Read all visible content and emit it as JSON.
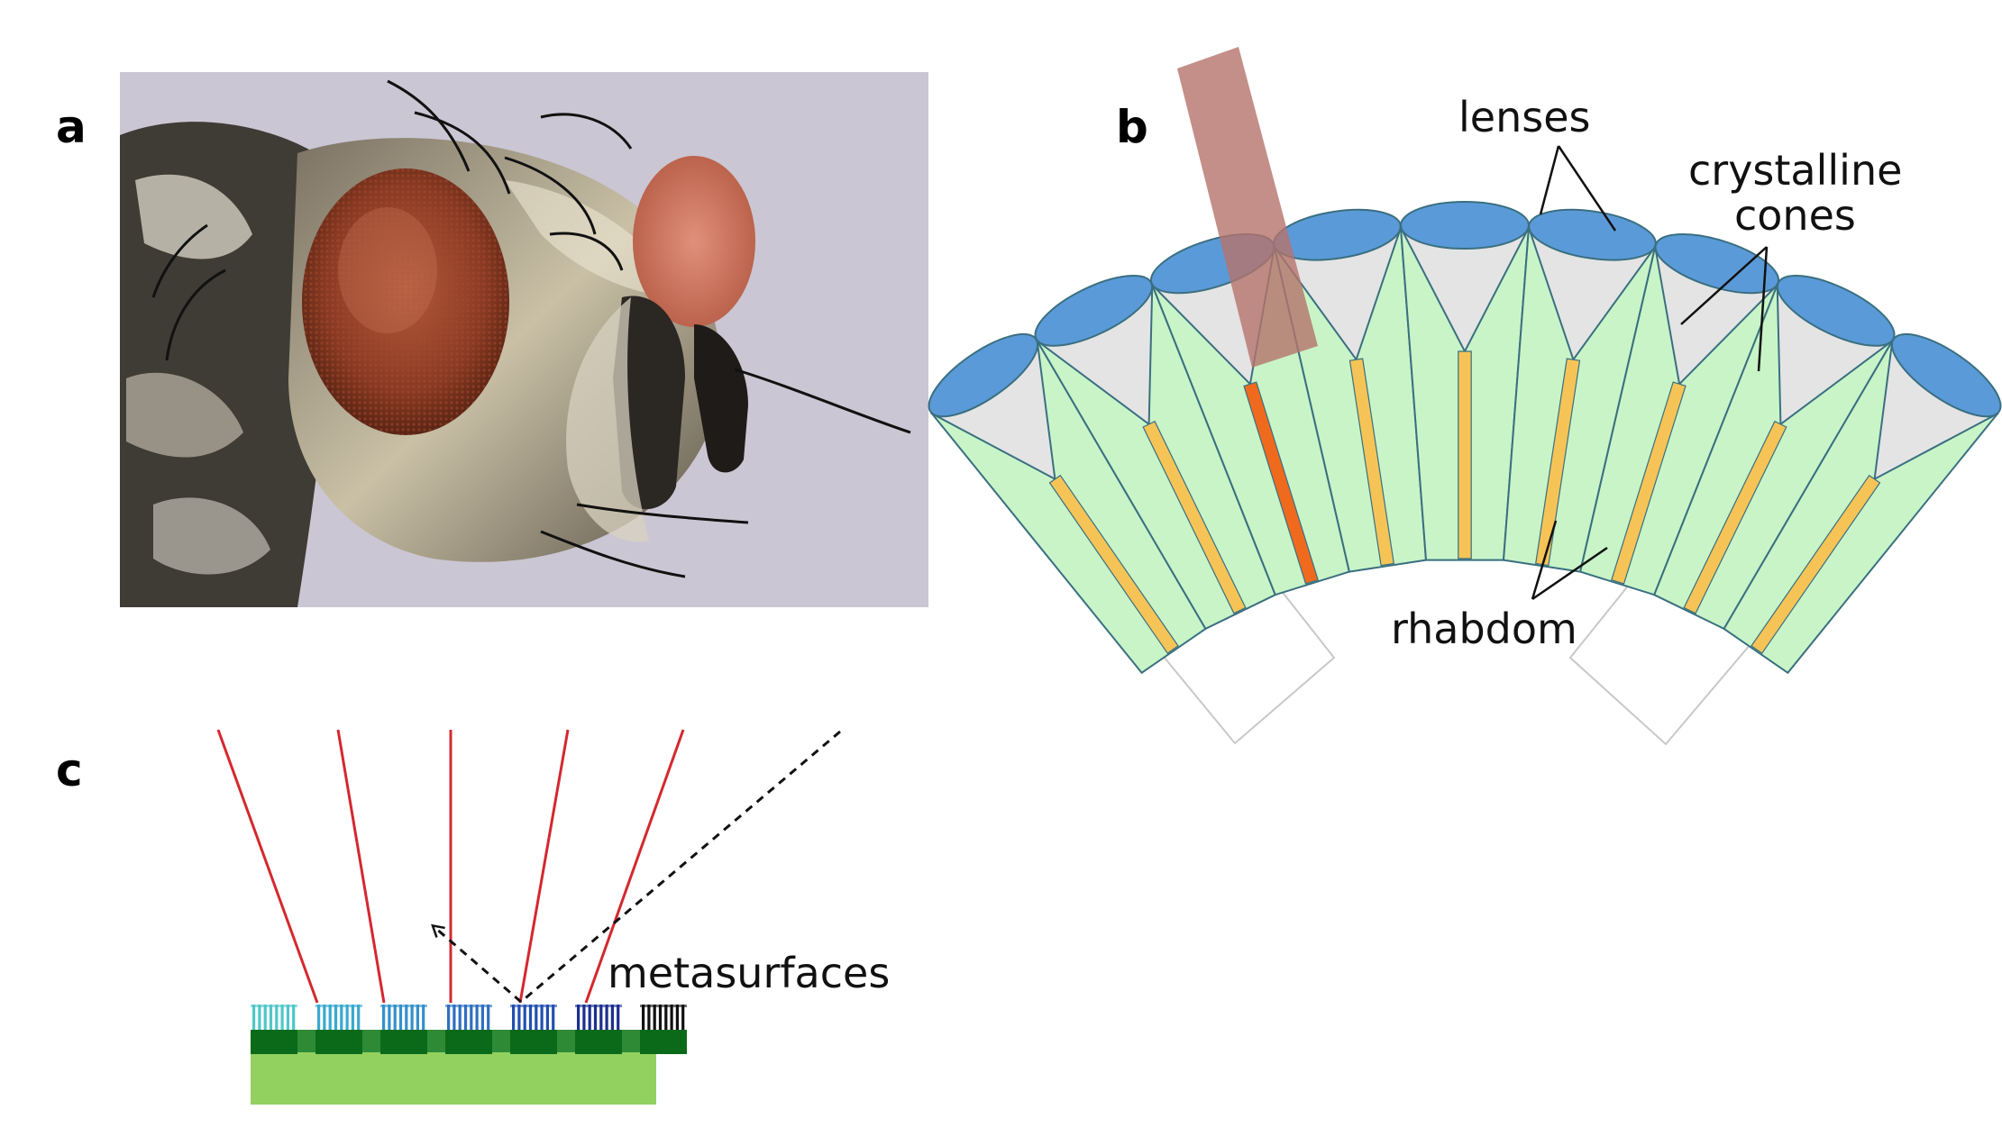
{
  "panels": {
    "a": {
      "label": "a"
    },
    "b": {
      "label": "b",
      "annotations": {
        "lenses": "lenses",
        "crystalline_line1": "crystalline",
        "crystalline_line2": "cones",
        "rhabdom": "rhabdom"
      },
      "colors": {
        "lens": "#5b9ad8",
        "cone": "#e4e4e4",
        "ommatidium": "#c8f4c8",
        "rhabdom": "#f6c456",
        "active_rhabdom": "#f06a1e",
        "incident_beam": "#b5736b"
      }
    },
    "c": {
      "label": "c",
      "annotations": {
        "metasurfaces": "metasurfaces"
      },
      "colors": {
        "substrate": "#92d160",
        "pillar_block": "#0b6a1a",
        "ray": "#d4282e",
        "dashed_ray": "#111111"
      }
    }
  }
}
